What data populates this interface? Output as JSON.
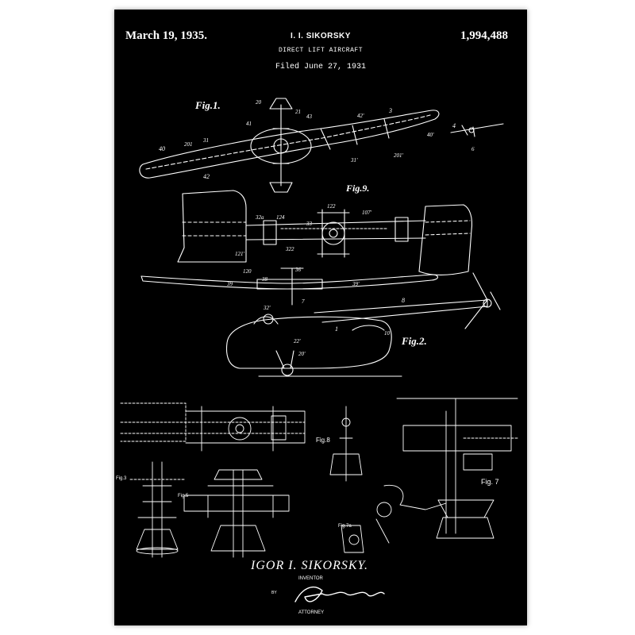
{
  "header": {
    "date": "March 19, 1935.",
    "inventor_name": "I. I. SIKORSKY",
    "title": "DIRECT LIFT AIRCRAFT",
    "filed": "Filed June 27, 1931",
    "patent_number": "1,994,488"
  },
  "figures": {
    "fig1": "Fig.1.",
    "fig9": "Fig.9.",
    "fig2": "Fig.2.",
    "fig8": "Fig.8",
    "fig7": "Fig. 7",
    "fig7a": "Fig.7a",
    "fig3": "Fig.3",
    "fig5": "Fig.5"
  },
  "ref_numbers": {
    "n40": "40",
    "n201": "201",
    "n31": "31",
    "n42": "42",
    "n20": "20",
    "n21": "21",
    "n41": "41",
    "n43": "43",
    "n42p": "42'",
    "n3": "3",
    "n40p": "40'",
    "n4": "4",
    "n6": "6",
    "n201p": "201'",
    "n31p": "31'",
    "n32a": "32a",
    "n124": "124",
    "n33": "33",
    "n122": "122",
    "n107": "107'",
    "n120": "120",
    "n121": "121'",
    "n322": "322",
    "n36": "36",
    "n39": "39",
    "n38": "38",
    "n39p": "39'",
    "n32p": "32'",
    "n7": "7",
    "n8": "8",
    "n1": "1",
    "n10": "10",
    "n22p": "22'",
    "n20p": "20'"
  },
  "signature": {
    "name": "IGOR I. SIKORSKY.",
    "role": "INVENTOR",
    "by": "BY",
    "attorney": "ATTORNEY"
  }
}
